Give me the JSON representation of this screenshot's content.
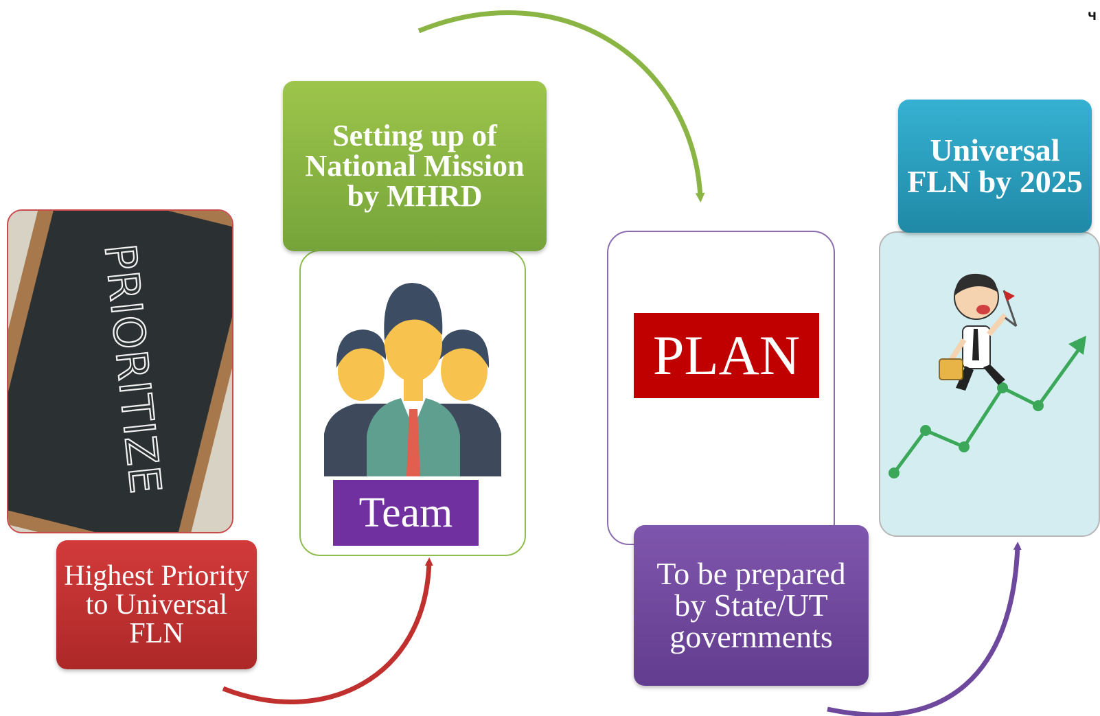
{
  "steps": [
    {
      "id": "prioritize",
      "label": "Highest Priority to Universal FLN",
      "image_text": "PRIORITIZE",
      "label_color": "#c0302f"
    },
    {
      "id": "team",
      "header": "Setting up of National Mission by MHRD",
      "badge": "Team",
      "header_color": "#8ab443",
      "badge_color": "#7030a0"
    },
    {
      "id": "plan",
      "badge": "PLAN",
      "label": "To be prepared by State/UT governments",
      "badge_color": "#c00000",
      "label_color": "#6e489c"
    },
    {
      "id": "universal",
      "header": "Universal FLN by 2025",
      "header_color": "#2aa0c0"
    }
  ],
  "arrow_colors": [
    "#c0302f",
    "#8ab443",
    "#6e489c"
  ],
  "corner_mark": "Ч"
}
